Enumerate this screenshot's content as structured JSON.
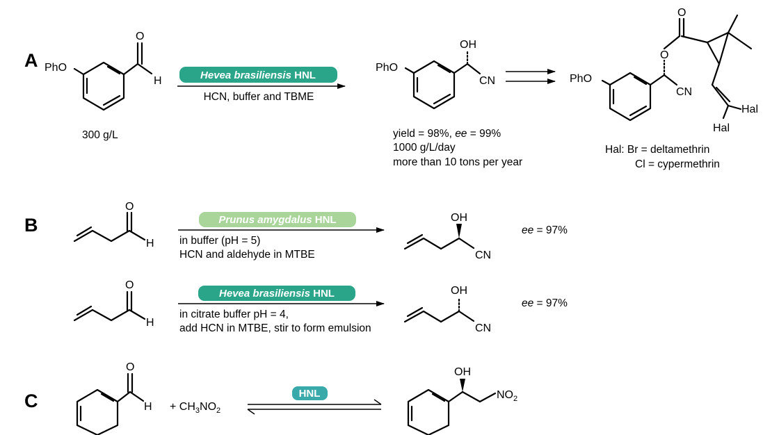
{
  "colors": {
    "teal": "#2aa58a",
    "light_green": "#a9d49a",
    "hnl_teal": "#3aa9a9"
  },
  "panels": {
    "A": {
      "label": "A",
      "enzyme_species": "Hevea brasiliensis",
      "enzyme_suffix": " HNL",
      "conditions": "HCN, buffer and TBME",
      "substrate_amount": "300 g/L",
      "substrate_sub": "PhO",
      "sub_h": "H",
      "sub_o": "O",
      "product_oh": "OH",
      "product_cn": "CN",
      "product_pho": "PhO",
      "result_line1_a": "yield = 98%, ",
      "result_line1_b": "ee",
      "result_line1_c": " = 99%",
      "result_line2": "1000 g/L/day",
      "result_line3": "more than 10 tons per year",
      "ester_o": "O",
      "ester_o2": "O",
      "ester_pho": "PhO",
      "ester_cn": "CN",
      "hal1": "Hal",
      "hal2": "Hal",
      "hal_note1": "Hal: Br = deltamethrin",
      "hal_note2": "Cl = cypermethrin"
    },
    "B": {
      "label": "B",
      "enzyme1_species": "Prunus amygdalus",
      "enzyme1_suffix": " HNL",
      "cond1_line1": "in buffer (pH = 5)",
      "cond1_line2": "HCN and aldehyde in MTBE",
      "ee1_a": "ee",
      "ee1_b": " = 97%",
      "enzyme2_species": "Hevea brasiliensis",
      "enzyme2_suffix": " HNL",
      "cond2_line1": "in citrate buffer pH = 4,",
      "cond2_line2": "add HCN in MTBE, stir to form emulsion",
      "ee2_a": "ee",
      "ee2_b": " = 97%",
      "o": "O",
      "h": "H",
      "oh": "OH",
      "cn": "CN"
    },
    "C": {
      "label": "C",
      "enzyme": "HNL",
      "reagent_prefix": "+ CH",
      "reagent_sub1": "3",
      "reagent_mid": "NO",
      "reagent_sub2": "2",
      "o": "O",
      "h": "H",
      "oh": "OH",
      "no2_main": "NO",
      "no2_sub": "2"
    }
  }
}
